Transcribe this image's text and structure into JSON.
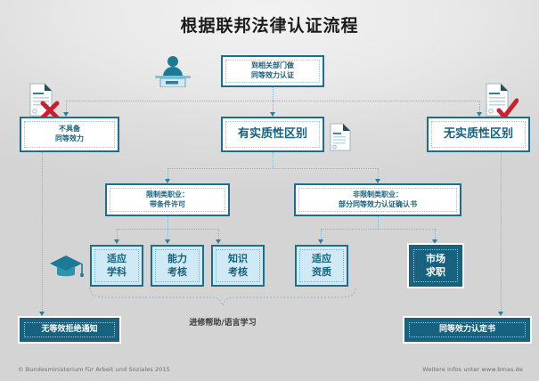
{
  "title": "根据联邦法律认证流程",
  "nodes": {
    "start": "到相关部门做\n同等效力认证",
    "start_l1": "到相关部门做",
    "start_l2": "同等效力认证",
    "no_equiv_l1": "不具备",
    "no_equiv_l2": "同等效力",
    "material_diff": "有实质性区别",
    "no_material_diff": "无实质性区别",
    "regulated_l1": "限制类职业：",
    "regulated_l2": "带条件许可",
    "unregulated_l1": "非限制类职业：",
    "unregulated_l2": "部分同等效力认证确认书",
    "options": [
      {
        "l1": "适应",
        "l2": "学科",
        "style": "cyan"
      },
      {
        "l1": "能力",
        "l2": "考核",
        "style": "cyan"
      },
      {
        "l1": "知识",
        "l2": "考核",
        "style": "cyan"
      },
      {
        "l1": "适应",
        "l2": "资质",
        "style": "cyan"
      },
      {
        "l1": "市场",
        "l2": "求职",
        "style": "dark"
      }
    ],
    "reject_notice": "无等效拒绝通知",
    "equivalence_cert": "同等效力认定书",
    "support_label": "进修帮助/语言学习"
  },
  "icons": {
    "clerk": "person-at-desk-icon",
    "doc_reject": "document-with-red-x-icon",
    "doc_approve": "document-with-red-check-icon",
    "doc_plain": "document-icon",
    "graduation": "graduation-cap-icon"
  },
  "colors": {
    "accent": "#17627e",
    "border": "#1c6e8c",
    "cyan_fill": "#cfeaf4",
    "reject": "#cc1f2d",
    "connector": "#8fb6c6",
    "background": "#dcdcdc"
  },
  "footer": {
    "left": "© Bundesministerium für Arbeit und Soziales 2015",
    "right": "Weitere Infos unter www.bmas.de"
  }
}
